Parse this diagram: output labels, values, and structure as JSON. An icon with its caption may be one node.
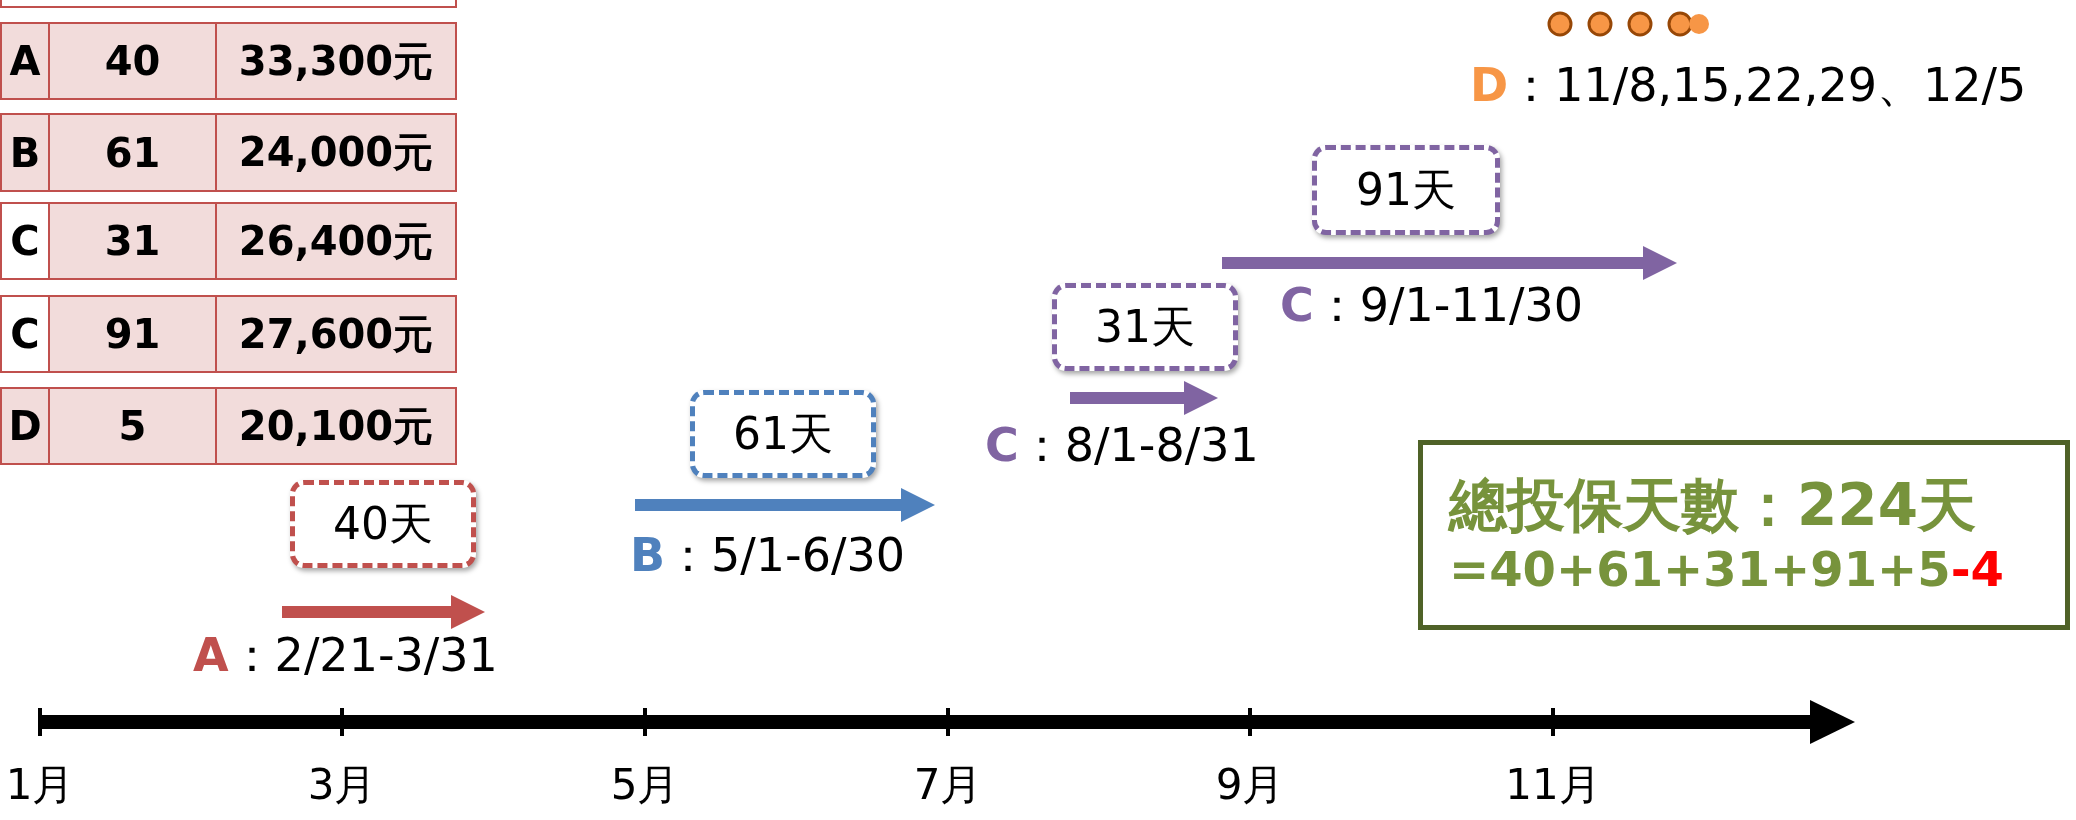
{
  "diagram": {
    "nodes": [
      {
        "text": [
          "91天"
        ]
      },
      {
        "text": [
          "31天"
        ]
      },
      {
        "text": [
          "61天"
        ]
      },
      {
        "text": [
          "40天"
        ]
      },
      {
        "text": [
          "總投保天數：224天",
          "=40+61+31+91+5",
          "-4"
        ]
      }
    ],
    "labels": [
      "A",
      "40",
      "33,300元",
      "B",
      "61",
      "24,000元",
      "C",
      "31",
      "26,400元",
      "C",
      "91",
      "27,600元",
      "D",
      "5",
      "20,100元",
      "D",
      "：11/8,15,22,29、12/5",
      "C",
      "：9/1-11/30",
      "C",
      "：8/1-8/31",
      "B",
      "：5/1-6/30",
      "A",
      "：2/21-3/31",
      "1月",
      "3月",
      "5月",
      "7月",
      "9月",
      "11月"
    ]
  }
}
